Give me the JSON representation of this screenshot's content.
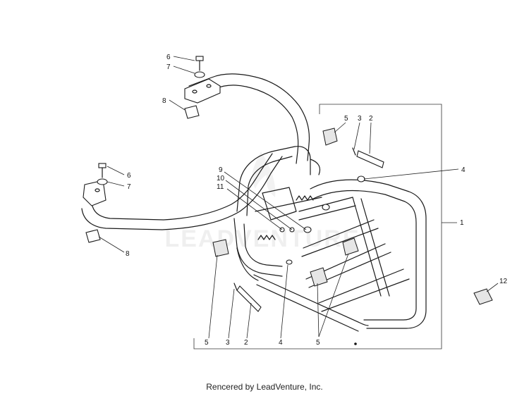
{
  "watermark": "LEADVENTURE",
  "credit": "Rencered by LeadVenture, Inc.",
  "callouts": {
    "c1": "1",
    "c2_top": "2",
    "c2_bottom": "2",
    "c3_top": "3",
    "c3_bottom": "3",
    "c4_right": "4",
    "c4_bottom": "4",
    "c5_top": "5",
    "c5_left": "5",
    "c5_bottom": "5",
    "c6_top": "6",
    "c6_left": "6",
    "c7_top": "7",
    "c7_left": "7",
    "c8_top": "8",
    "c8_left": "8",
    "c9": "9",
    "c10": "10",
    "c11": "11",
    "c12": "12"
  }
}
